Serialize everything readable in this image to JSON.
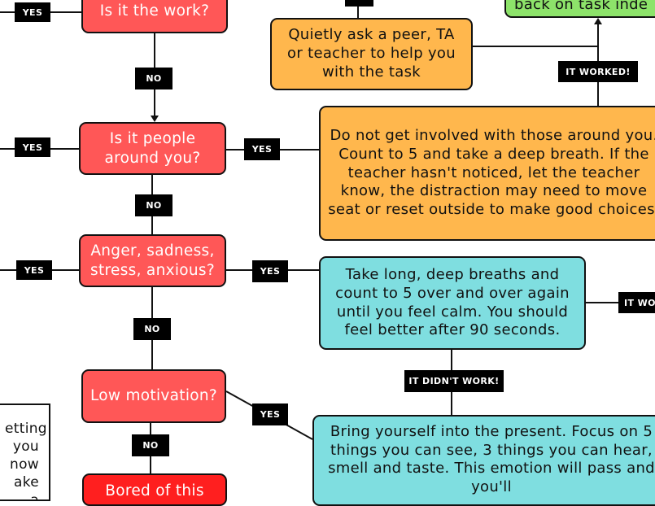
{
  "decisions": {
    "work": "Is it the work?",
    "people": "Is it people around you?",
    "emotion": "Anger, sadness, stress, anxious?",
    "motivation": "Low motivation?",
    "bored": "Bored of this"
  },
  "actions": {
    "ask_peer": "Quietly ask a peer, TA or teacher to help you with the task",
    "people_action": "Do not get involved with those around you. Count to 5 and take a deep breath. If the teacher hasn't noticed, let the teacher know, the distraction may need to move seat or reset outside to make good choices.",
    "breathe": "Take long, deep breaths and count to 5 over and over again until you feel calm. You should feel better after 90 seconds.",
    "present": "Bring yourself into the present. Focus on 5 things you can see, 3 things you can hear, smell and taste. This emotion will pass and you'll",
    "back_on_task": "back on task inde",
    "left_note": "etting you now ake a"
  },
  "labels": {
    "yes": "YES",
    "no": "NO",
    "it_worked": "IT WORKED!",
    "it_wo": "IT WO",
    "it_didnt_work": "IT DIDN'T WORK!"
  },
  "colors": {
    "decision": "#ff5757",
    "decision_strong": "#ff1f1f",
    "action_orange": "#ffb74d",
    "action_cyan": "#7fdee0",
    "success_green": "#8de36a"
  }
}
